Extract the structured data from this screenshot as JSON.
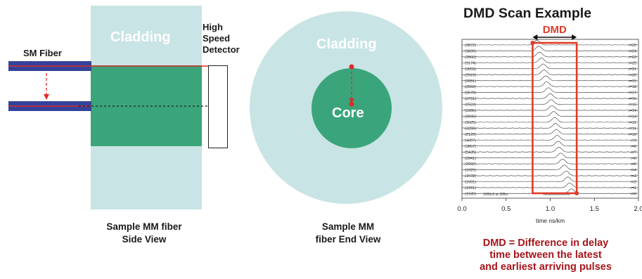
{
  "side_view": {
    "cladding_label": "Cladding",
    "sm_fiber_label": "SM Fiber",
    "detector_label": [
      "High",
      "Speed",
      "Detector"
    ],
    "caption": [
      "Sample MM fiber",
      "Side View"
    ]
  },
  "end_view": {
    "cladding_label": "Cladding",
    "core_label": "Core",
    "caption": [
      "Sample MM",
      "fiber End View"
    ]
  },
  "dmd_chart": {
    "title": "DMD Scan Example",
    "dmd_tag": "DMD",
    "xlabel": "time ns/km",
    "footnote": "100bUI at 300m",
    "x_ticks": [
      "0.0",
      "0.5",
      "1.0",
      "1.5",
      "2.0"
    ],
    "row_left_labels": [
      "(3872)",
      "(3839)",
      "(3966)",
      "(3174)",
      "(3059)",
      "(2919)",
      "(2851)",
      "(2803)",
      "(2678)",
      "(2721)",
      "(2523)",
      "(2366)",
      "(2695)",
      "(2025)",
      "(2280)",
      "(2129)",
      "(4007)",
      "(3857)",
      "(2435)",
      "(2941)",
      "(2092)",
      "(1929)",
      "(1678)",
      "(1901)",
      "(1921)",
      "(1935)"
    ],
    "row_right_labels": [
      "r=25",
      "r=24",
      "r=23",
      "r=22",
      "r=21",
      "r=20",
      "r=19",
      "r=18",
      "r=17",
      "r=16",
      "r=15",
      "r=14",
      "r=13",
      "r=12",
      "r=11",
      "r=10",
      "r=9",
      "r=8",
      "r=7",
      "r=6",
      "r=5",
      "r=4",
      "r=3",
      "r=2",
      "r=1",
      "r=0"
    ],
    "caption": [
      "DMD = Difference in delay",
      "time between the latest",
      "and earliest arriving pulses"
    ]
  },
  "chart_data": {
    "type": "line",
    "title": "DMD Scan Example",
    "xlabel": "time ns/km",
    "ylabel": "",
    "xlim": [
      0.0,
      2.0
    ],
    "x_ticks": [
      0.0,
      0.5,
      1.0,
      1.5,
      2.0
    ],
    "grid": false,
    "series_count": 26,
    "pulse_peak_times_ns_per_km": [
      0.85,
      0.87,
      0.88,
      0.9,
      0.92,
      0.93,
      0.95,
      0.96,
      0.98,
      1.0,
      1.01,
      1.02,
      1.04,
      1.05,
      1.06,
      1.07,
      1.08,
      1.09,
      1.1,
      1.12,
      1.14,
      1.16,
      1.18,
      1.2,
      1.22,
      1.24
    ],
    "dmd_window_ns_per_km": [
      0.8,
      1.3
    ]
  },
  "colors": {
    "cladding": "#c9e4e5",
    "core": "#3aa57a",
    "fiber_blue": "#33439a",
    "beam_red": "#e02a2a",
    "highlight_red": "#e23a2a",
    "caption_red": "#a8151b"
  }
}
